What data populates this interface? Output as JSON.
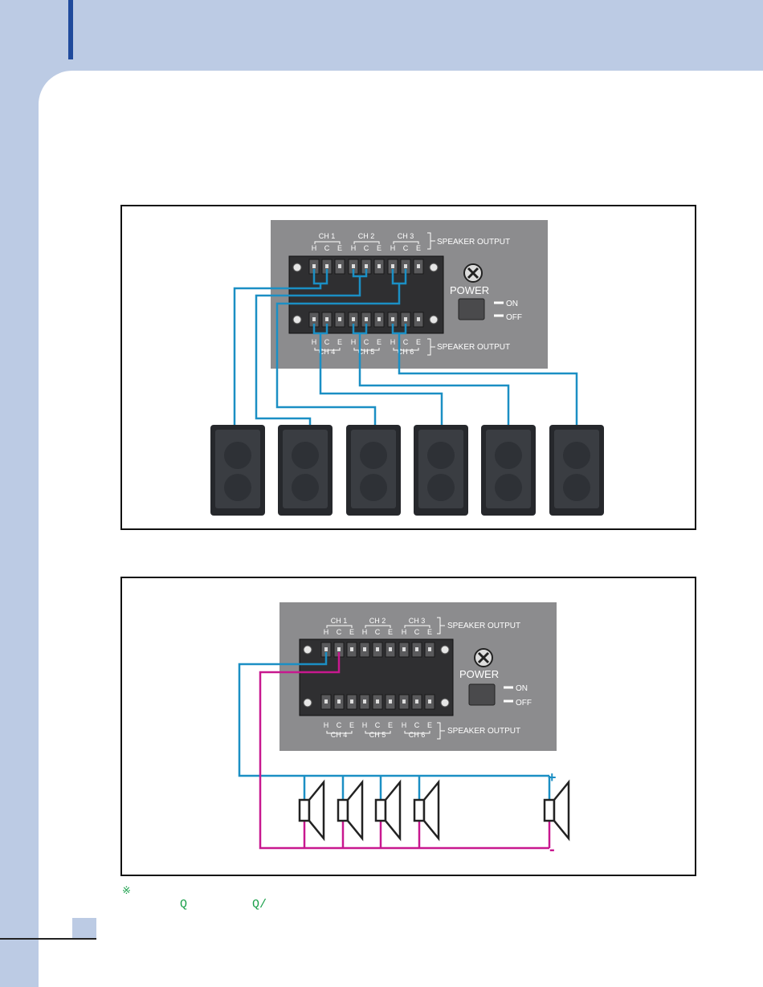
{
  "panel_labels": {
    "top_channels": [
      "CH 1",
      "CH 2",
      "CH 3"
    ],
    "bottom_channels": [
      "CH 4",
      "CH 5",
      "CH 6"
    ],
    "terminal_letters": [
      "H",
      "C",
      "E"
    ],
    "speaker_output": "SPEAKER OUTPUT",
    "power": "POWER",
    "on": "ON",
    "off": "OFF"
  },
  "wiring_polarity": {
    "plus": "+",
    "minus": "-"
  },
  "footnote": {
    "mark": "※",
    "line": "        Q         Q/"
  },
  "colors": {
    "page_background": "#bccbe4",
    "accent_bar": "#1f4a9c",
    "panel_gray": "#8c8c8e",
    "terminal_block": "#2f2f31",
    "wire_blue": "#1b8fc4",
    "wire_magenta": "#c8188f",
    "speaker_cabinet": "#26282c",
    "note_green": "#1aa04a"
  },
  "icons": [
    "screw-icon",
    "speaker-cabinet-icon",
    "loudspeaker-symbol-icon",
    "rocker-switch-icon"
  ]
}
